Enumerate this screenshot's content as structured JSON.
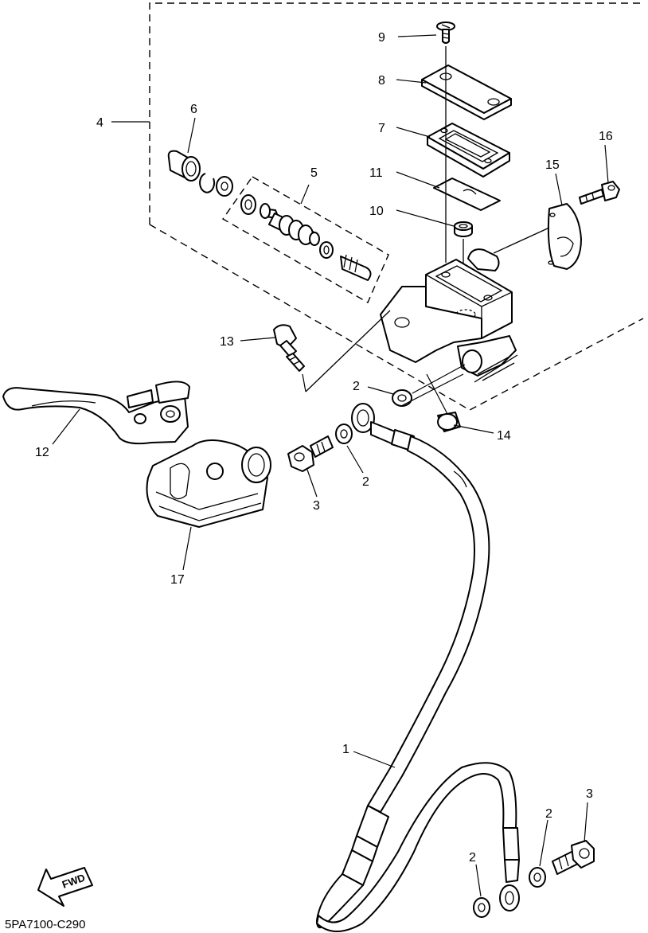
{
  "callouts": {
    "c1": "1",
    "c2a": "2",
    "c2b": "2",
    "c2c": "2",
    "c2d": "2",
    "c3a": "3",
    "c3b": "3",
    "c4": "4",
    "c5": "5",
    "c6": "6",
    "c7": "7",
    "c8": "8",
    "c9": "9",
    "c10": "10",
    "c11": "11",
    "c12": "12",
    "c13": "13",
    "c14": "14",
    "c15": "15",
    "c16": "16",
    "c17": "17"
  },
  "fwd_label": "FWD",
  "diagram_code": "5PA7100-C290"
}
